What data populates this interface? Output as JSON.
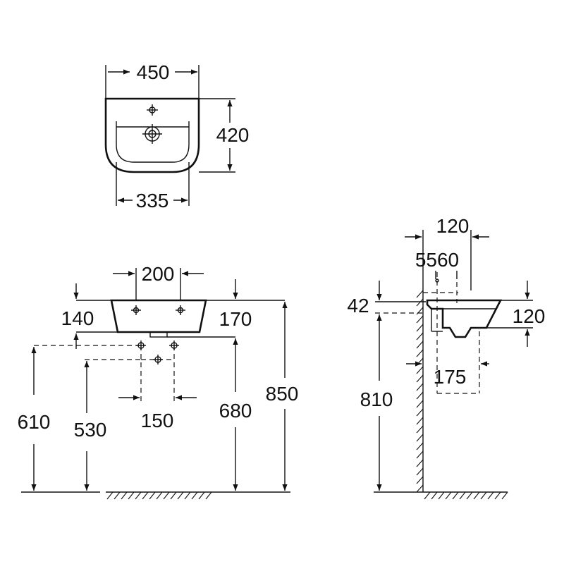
{
  "top_view": {
    "width_label": "450",
    "depth_label": "420",
    "inner_width_label": "335"
  },
  "front_view": {
    "tap_spacing_label": "200",
    "rim_left_label": "140",
    "rim_right_label": "170",
    "waste_height_label": "610",
    "inlet_height_label": "530",
    "inlet_spacing_label": "150",
    "bowl_bottom_label": "680",
    "rim_height_label": "850"
  },
  "side_view": {
    "top_label": "120",
    "offset_label": "5560",
    "wall_gap_label": "42",
    "bowl_height_label": "120",
    "projection_label": "175",
    "mount_height_label": "810"
  }
}
